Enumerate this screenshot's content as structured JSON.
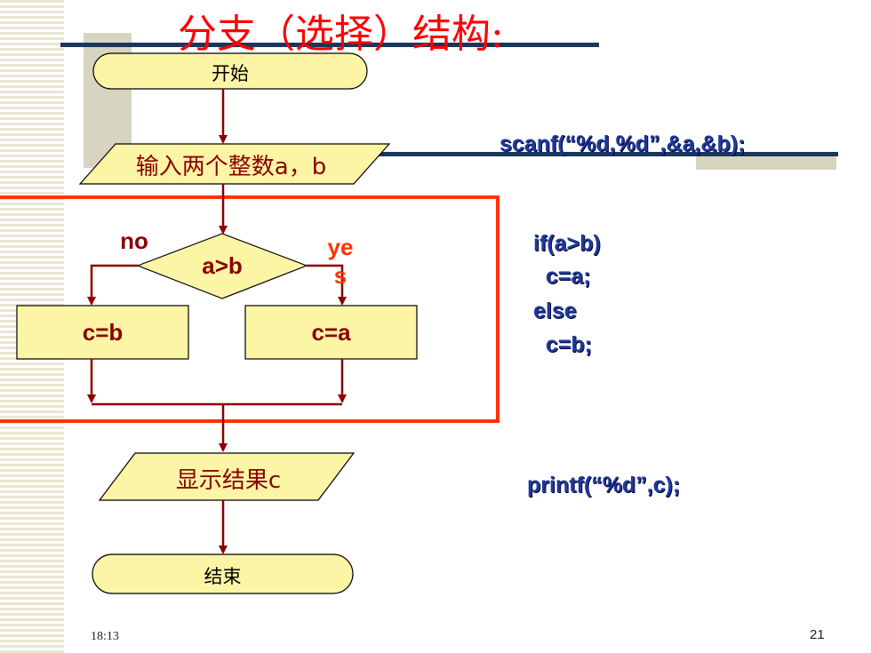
{
  "title": "分支（选择）结构:",
  "flow": {
    "start": "开始",
    "input": "输入两个整数a，b",
    "condition": "a>b",
    "no_label": "no",
    "yes_label_line1": "ye",
    "yes_label_line2": "s",
    "left_box": "c=b",
    "right_box": "c=a",
    "output": "显示结果c",
    "end": "结束"
  },
  "code": {
    "scanf": "scanf(“%d,%d”,&a,&b);",
    "if_line": "if(a>b)",
    "assign_a": "  c=a;",
    "else_line": "else",
    "assign_b": "  c=b;",
    "printf": "printf(“%d”,c);"
  },
  "footer": {
    "time": "18:13",
    "page": "21"
  },
  "colors": {
    "title": "#ff0000",
    "flow_arrow": "#8b0000",
    "shape_fill": "#fdf5a6",
    "highlight_box": "#ff3300",
    "code": "#1f3a99"
  }
}
